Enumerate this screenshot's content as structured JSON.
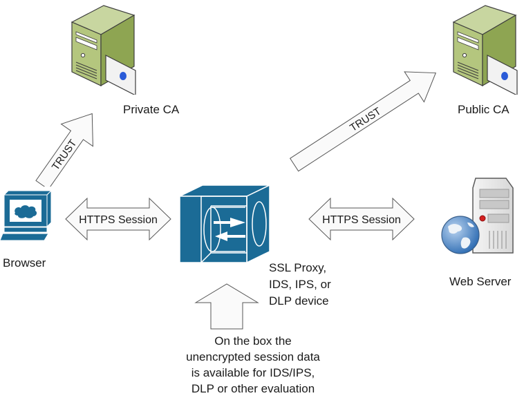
{
  "nodes": {
    "private_ca": {
      "label": "Private CA",
      "icon": "certificate-server-icon"
    },
    "public_ca": {
      "label": "Public CA",
      "icon": "certificate-server-icon"
    },
    "browser": {
      "label": "Browser",
      "icon": "workstation-icon"
    },
    "proxy": {
      "label_lines": [
        "SSL Proxy,",
        "IDS, IPS, or",
        "DLP device"
      ],
      "icon": "ssl-proxy-device-icon"
    },
    "web_server": {
      "label": "Web Server",
      "icon": "web-server-globe-icon"
    }
  },
  "arrows": {
    "trust_private": {
      "label": "TRUST",
      "from": "browser",
      "to": "private_ca"
    },
    "trust_public": {
      "label": "TRUST",
      "from": "proxy",
      "to": "public_ca"
    },
    "https_left": {
      "label": "HTTPS Session",
      "between": [
        "browser",
        "proxy"
      ]
    },
    "https_right": {
      "label": "HTTPS Session",
      "between": [
        "proxy",
        "web_server"
      ]
    },
    "inspect_up": {
      "to": "proxy"
    }
  },
  "note": {
    "lines": [
      "On the box the",
      "unencrypted session data",
      "is available for IDS/IPS,",
      "DLP or other evaluation"
    ]
  },
  "colors": {
    "cisco_blue": "#1b6b96",
    "server_green": "#9bb060",
    "server_green_light": "#c4d49a",
    "server_green_dark": "#7d9447",
    "cert_dot": "#2a5bd8",
    "arrow_fill": "#fafafa",
    "arrow_stroke": "#555555"
  }
}
